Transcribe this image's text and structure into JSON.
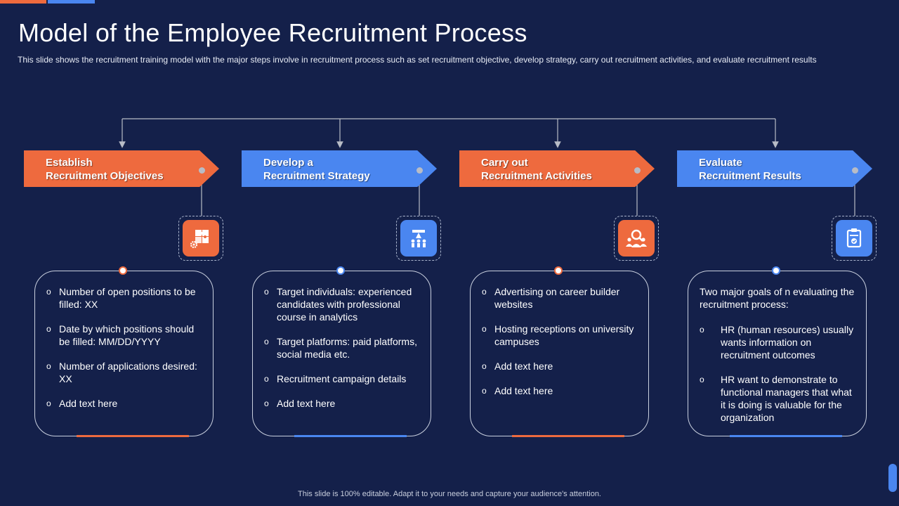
{
  "slide": {
    "title": "Model of the Employee Recruitment Process",
    "subtitle": "This slide shows the recruitment training model with the major steps involve  in recruitment process such as set recruitment objective, develop  strategy, carry out recruitment activities, and evaluate recruitment results",
    "footer": "This slide is 100% editable. Adapt it to your needs and capture your audience's attention."
  },
  "colors": {
    "orange": "#ee6a3e",
    "blue": "#4a86f0",
    "background": "#14204a"
  },
  "steps": [
    {
      "label_line1": "Establish",
      "label_line2": "Recruitment Objectives",
      "icon": "puzzle-gear-icon",
      "items": [
        "Number of open positions to be filled: XX",
        "Date by which positions should be filled: MM/DD/YYYY",
        "Number of applications desired: XX",
        "Add text here"
      ]
    },
    {
      "label_line1": "Develop a",
      "label_line2": "Recruitment Strategy",
      "icon": "target-people-icon",
      "items": [
        "Target individuals: experienced candidates with professional course in analytics",
        "Target platforms: paid platforms, social media etc.",
        "Recruitment campaign details",
        "Add text here"
      ]
    },
    {
      "label_line1": "Carry out",
      "label_line2": "Recruitment Activities",
      "icon": "search-people-icon",
      "items": [
        "Advertising on career builder websites",
        "Hosting receptions on university campuses",
        "Add text here",
        "Add text here"
      ]
    },
    {
      "label_line1": "Evaluate",
      "label_line2": "Recruitment Results",
      "icon": "clipboard-check-icon",
      "intro": "Two major goals of n evaluating the recruitment process:",
      "items": [
        "HR (human resources) usually wants information on recruitment outcomes",
        "HR want to demonstrate to functional managers that what it is doing is valuable for the organization"
      ]
    }
  ]
}
